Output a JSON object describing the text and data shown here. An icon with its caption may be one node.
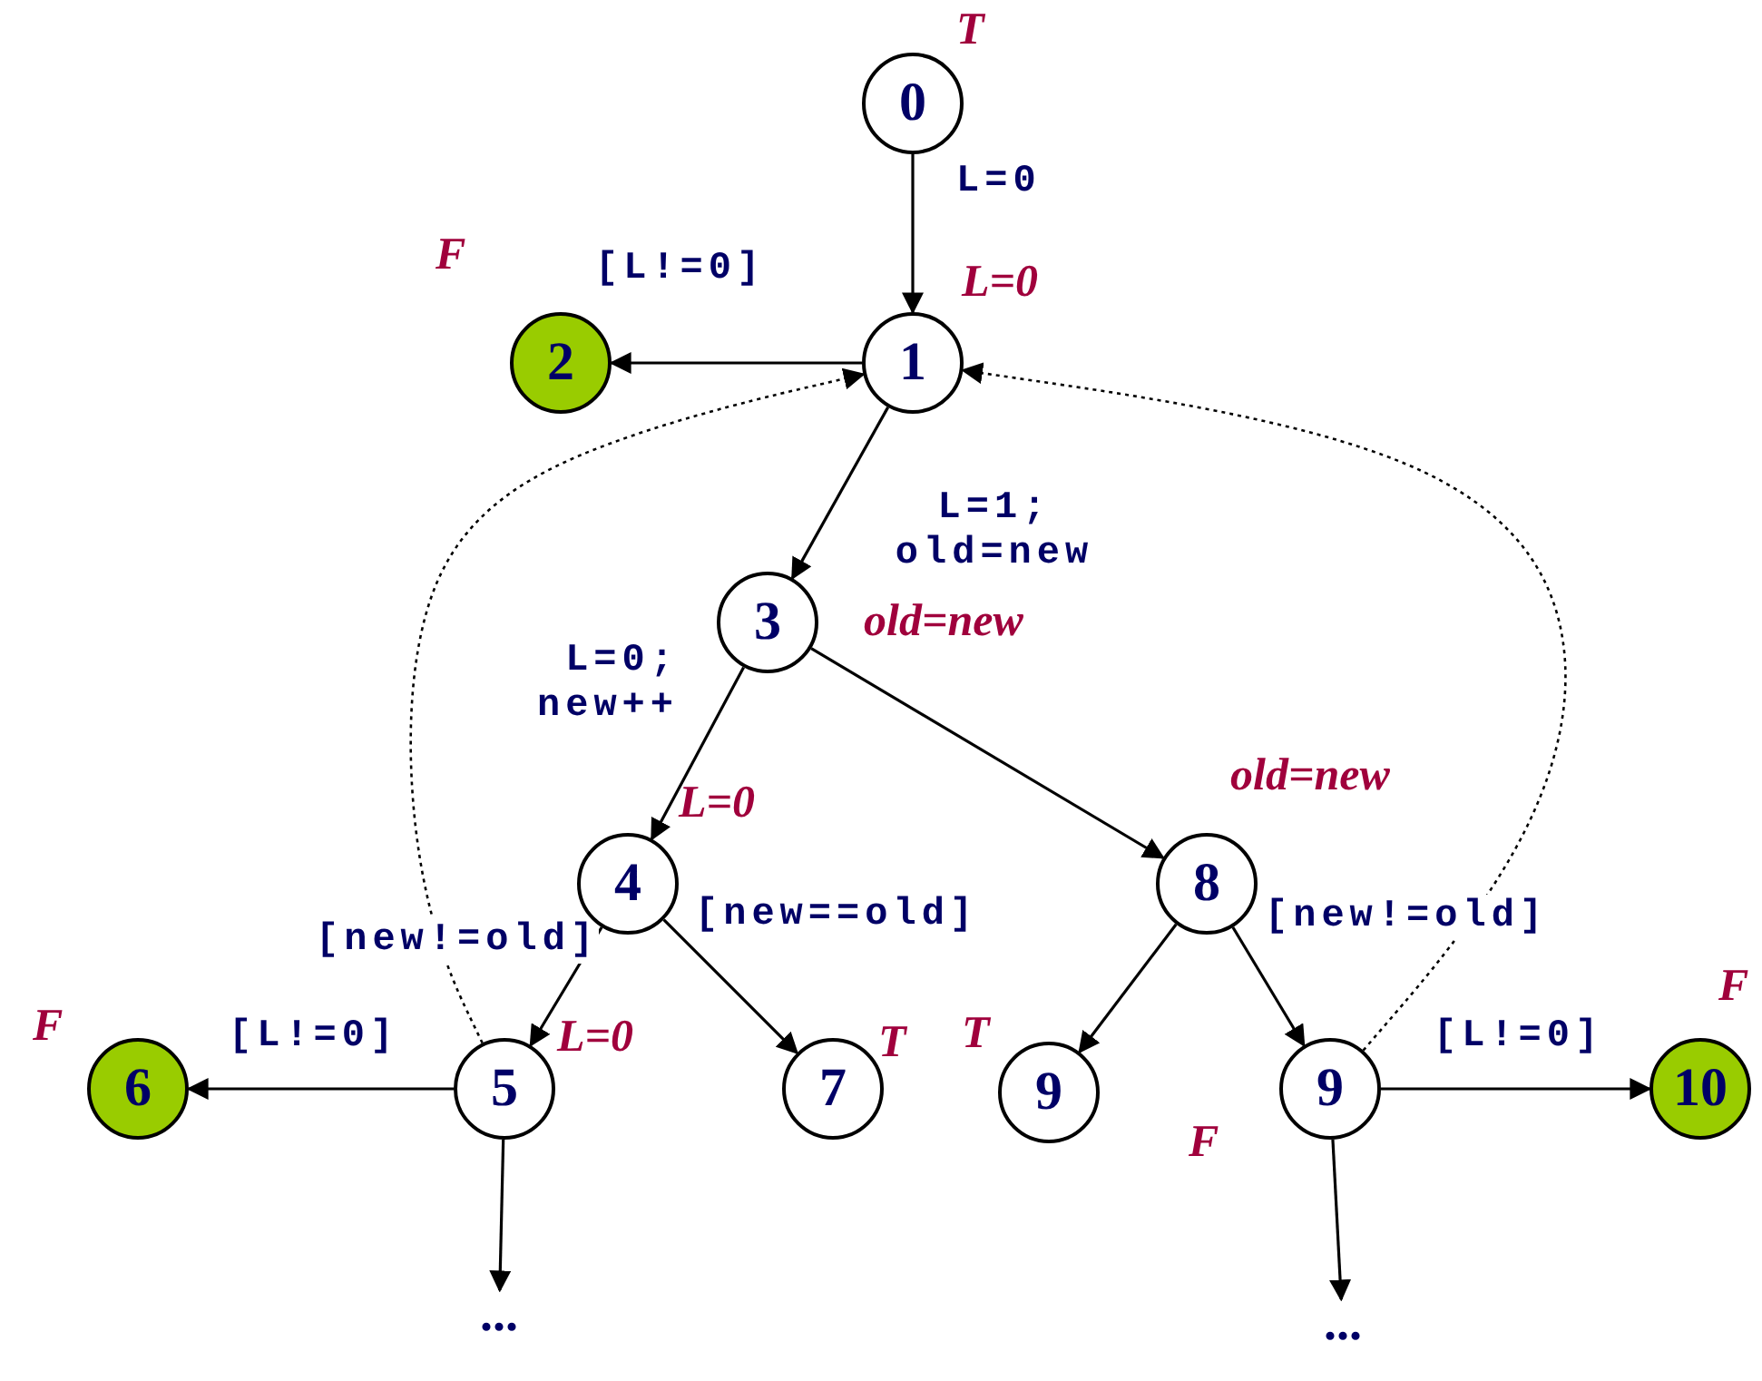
{
  "diagram": {
    "nodes": [
      {
        "text": [
          "0"
        ],
        "beside": [
          "T"
        ]
      },
      {
        "text": [
          "1"
        ],
        "beside": [
          "L=0"
        ]
      },
      {
        "text": [
          "2"
        ],
        "beside": [
          "F"
        ]
      },
      {
        "text": [
          "3"
        ],
        "beside": [
          "old=new"
        ]
      },
      {
        "text": [
          "4"
        ],
        "beside": [
          "L=0"
        ]
      },
      {
        "text": [
          "5"
        ],
        "beside": [
          "L=0"
        ]
      },
      {
        "text": [
          "6"
        ],
        "beside": [
          "F"
        ]
      },
      {
        "text": [
          "7"
        ],
        "beside": [
          "T"
        ]
      },
      {
        "text": [
          "8"
        ],
        "beside": [
          "old=new"
        ]
      },
      {
        "text": [
          "9"
        ],
        "beside": [
          "T"
        ]
      },
      {
        "text": [
          "9"
        ],
        "beside": [
          "F"
        ]
      },
      {
        "text": [
          "10"
        ],
        "beside": [
          "F"
        ]
      },
      {
        "text": [
          "..."
        ]
      },
      {
        "text": [
          "..."
        ]
      }
    ],
    "edges": [
      {
        "from": 0,
        "to": 1,
        "arrow": "to",
        "label": "L=0"
      },
      {
        "from": 1,
        "to": 2,
        "arrow": "to",
        "label": "[L!=0]"
      },
      {
        "from": 1,
        "to": 3,
        "arrow": "to",
        "label": "L=1; old=new"
      },
      {
        "from": 3,
        "to": 4,
        "arrow": "to",
        "label": "L=0; new++"
      },
      {
        "from": 3,
        "to": 8,
        "arrow": "to"
      },
      {
        "from": 4,
        "to": 5,
        "arrow": "to",
        "label": "[new!=old]"
      },
      {
        "from": 4,
        "to": 7,
        "arrow": "to",
        "label": "[new==old]"
      },
      {
        "from": 5,
        "to": 6,
        "arrow": "to",
        "label": "[L!=0]"
      },
      {
        "from": 8,
        "to": 9,
        "arrow": "to"
      },
      {
        "from": 8,
        "to": 10,
        "arrow": "to",
        "label": "[new!=old]"
      },
      {
        "from": 10,
        "to": 11,
        "arrow": "to",
        "label": "[L!=0]"
      },
      {
        "from": 5,
        "to": 1,
        "arrow": "to",
        "style": "dashed"
      },
      {
        "from": 10,
        "to": 1,
        "arrow": "to",
        "style": "dashed"
      },
      {
        "from": 5,
        "to": 12,
        "arrow": "to"
      },
      {
        "from": 10,
        "to": 13,
        "arrow": "to"
      }
    ]
  }
}
